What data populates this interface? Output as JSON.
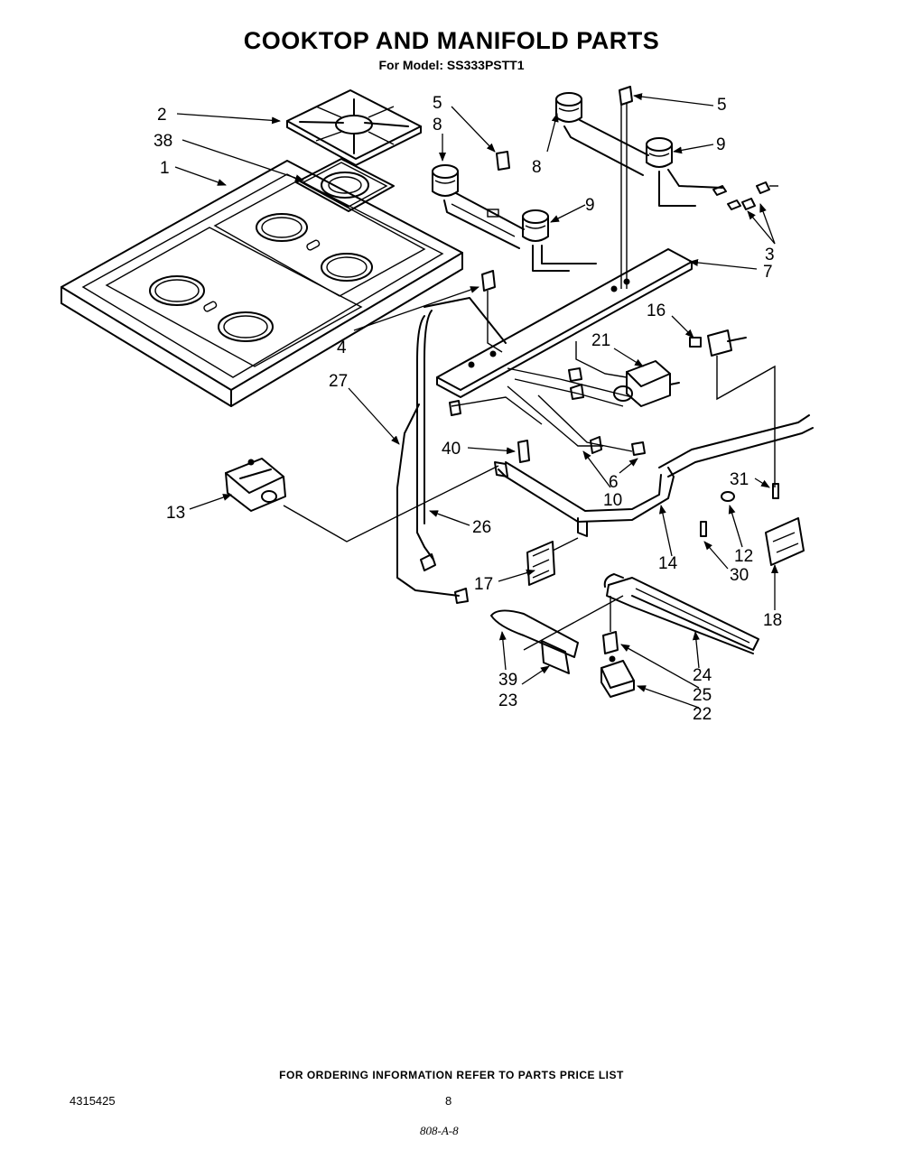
{
  "header": {
    "title": "COOKTOP AND MANIFOLD PARTS",
    "subtitle": "For Model: SS333PSTT1"
  },
  "diagram": {
    "callouts": [
      {
        "id": "c2",
        "label": "2"
      },
      {
        "id": "c38",
        "label": "38"
      },
      {
        "id": "c1",
        "label": "1"
      },
      {
        "id": "c5a",
        "label": "5"
      },
      {
        "id": "c8a",
        "label": "8"
      },
      {
        "id": "c5b",
        "label": "5"
      },
      {
        "id": "c8b",
        "label": "8"
      },
      {
        "id": "c9b",
        "label": "9"
      },
      {
        "id": "c9a",
        "label": "9"
      },
      {
        "id": "c3",
        "label": "3"
      },
      {
        "id": "c7",
        "label": "7"
      },
      {
        "id": "c4",
        "label": "4"
      },
      {
        "id": "c16",
        "label": "16"
      },
      {
        "id": "c21",
        "label": "21"
      },
      {
        "id": "c27",
        "label": "27"
      },
      {
        "id": "c40",
        "label": "40"
      },
      {
        "id": "c6",
        "label": "6"
      },
      {
        "id": "c10",
        "label": "10"
      },
      {
        "id": "c31",
        "label": "31"
      },
      {
        "id": "c13",
        "label": "13"
      },
      {
        "id": "c26",
        "label": "26"
      },
      {
        "id": "c12",
        "label": "12"
      },
      {
        "id": "c14",
        "label": "14"
      },
      {
        "id": "c30",
        "label": "30"
      },
      {
        "id": "c17",
        "label": "17"
      },
      {
        "id": "c18",
        "label": "18"
      },
      {
        "id": "c39",
        "label": "39"
      },
      {
        "id": "c24",
        "label": "24"
      },
      {
        "id": "c23",
        "label": "23"
      },
      {
        "id": "c25",
        "label": "25"
      },
      {
        "id": "c22",
        "label": "22"
      }
    ]
  },
  "footer": {
    "ordering_note": "FOR ORDERING INFORMATION REFER TO PARTS PRICE LIST",
    "doc_number": "4315425",
    "page_number": "8",
    "handwritten_code": "808-A-8"
  }
}
